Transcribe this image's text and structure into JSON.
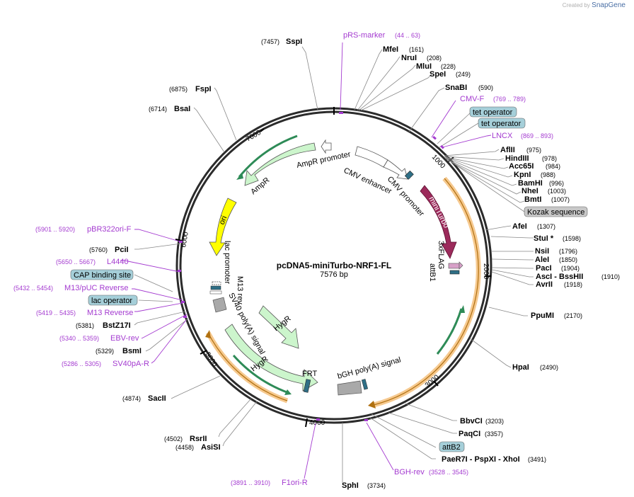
{
  "branding": {
    "created_by": "Created by",
    "product": "SnapGene"
  },
  "plasmid": {
    "name": "pcDNA5-miniTurbo-NRF1-FL",
    "length": "7576 bp",
    "length_bp": 7576
  },
  "ticks": [
    "1000",
    "2000",
    "3000",
    "4000",
    "5000",
    "6000",
    "7000"
  ],
  "enzymes": [
    {
      "name": "SspI",
      "pos": "(7457)"
    },
    {
      "name": "MfeI",
      "pos": "(161)"
    },
    {
      "name": "NruI",
      "pos": "(208)"
    },
    {
      "name": "MluI",
      "pos": "(228)"
    },
    {
      "name": "SpeI",
      "pos": "(249)"
    },
    {
      "name": "SnaBI",
      "pos": "(590)"
    },
    {
      "name": "AflII",
      "pos": "(975)"
    },
    {
      "name": "HindIII",
      "pos": "(978)"
    },
    {
      "name": "Acc65I",
      "pos": "(984)"
    },
    {
      "name": "KpnI",
      "pos": "(988)"
    },
    {
      "name": "BamHI",
      "pos": "(996)"
    },
    {
      "name": "NheI",
      "pos": "(1003)"
    },
    {
      "name": "BmtI",
      "pos": "(1007)"
    },
    {
      "name": "AfeI",
      "pos": "(1307)"
    },
    {
      "name": "StuI *",
      "pos": "(1598)"
    },
    {
      "name": "NsiI",
      "pos": "(1796)"
    },
    {
      "name": "AleI",
      "pos": "(1850)"
    },
    {
      "name": "PacI",
      "pos": "(1904)"
    },
    {
      "name": "AscI - BssHII",
      "pos": "(1910)"
    },
    {
      "name": "AvrII",
      "pos": "(1918)"
    },
    {
      "name": "PpuMI",
      "pos": "(2170)"
    },
    {
      "name": "HpaI",
      "pos": "(2490)"
    },
    {
      "name": "BbvCI",
      "pos": "(3203)"
    },
    {
      "name": "PaqCI",
      "pos": "(3357)"
    },
    {
      "name": "PaeR7I - PspXI - XhoI",
      "pos": "(3491)"
    },
    {
      "name": "SphI",
      "pos": "(3734)"
    },
    {
      "name": "AsiSI",
      "pos": "(4458)"
    },
    {
      "name": "RsrII",
      "pos": "(4502)"
    },
    {
      "name": "SacII",
      "pos": "(4874)"
    },
    {
      "name": "BsmI",
      "pos": "(5329)"
    },
    {
      "name": "BstZ17I",
      "pos": "(5381)"
    },
    {
      "name": "PciI",
      "pos": "(5760)"
    },
    {
      "name": "BsaI",
      "pos": "(6714)"
    },
    {
      "name": "FspI",
      "pos": "(6875)"
    }
  ],
  "primers": [
    {
      "name": "pRS-marker",
      "range": "(44 .. 63)"
    },
    {
      "name": "CMV-F",
      "range": "(769 .. 789)"
    },
    {
      "name": "LNCX",
      "range": "(869 .. 893)"
    },
    {
      "name": "BGH-rev",
      "range": "(3528 .. 3545)"
    },
    {
      "name": "F1ori-R",
      "range": "(3891 .. 3910)"
    },
    {
      "name": "SV40pA-R",
      "range": "(5286 .. 5305)"
    },
    {
      "name": "EBV-rev",
      "range": "(5340 .. 5359)"
    },
    {
      "name": "M13 Reverse",
      "range": "(5419 .. 5435)"
    },
    {
      "name": "M13/pUC Reverse",
      "range": "(5432 .. 5454)"
    },
    {
      "name": "L4440",
      "range": "(5650 .. 5667)"
    },
    {
      "name": "pBR322ori-F",
      "range": "(5901 .. 5920)"
    }
  ],
  "boxed_labels": [
    "tet operator",
    "tet operator",
    "Kozak sequence",
    "attB2",
    "CAP binding site",
    "lac operator"
  ],
  "features": {
    "ampr_promoter": "AmpR promoter",
    "cmv_enhancer": "CMV enhancer",
    "cmv_promoter": "CMV promoter",
    "ampr": "AmpR",
    "ori": "ori",
    "miniturbo": "miniTurbo",
    "flag": "3xFLAG",
    "attb1": "attB1",
    "lac_promoter": "lac promoter",
    "m13_rev": "M13 rev",
    "sv40_polya": "SV40 poly(A) signal",
    "hygr": "HygR",
    "frt": "FRT",
    "bgh_polya": "bGH poly(A) signal"
  },
  "colors": {
    "primer": "#a43bd0",
    "backbone": "#333333",
    "feature_green": "#ccf5cc",
    "ori_yellow": "#ffff00",
    "miniturbo": "#9c2a5b",
    "orange_band": "#f6c98f",
    "box_fill": "#a5cfd9"
  }
}
